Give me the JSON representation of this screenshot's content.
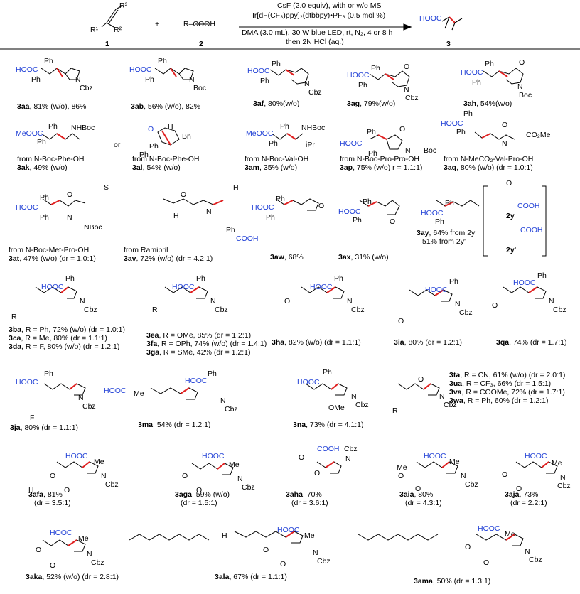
{
  "header": {
    "r3": "R³",
    "r1": "R¹",
    "r2": "R²",
    "num1": "1",
    "plus": "+",
    "acid": "R–COOH",
    "num2": "2",
    "num3": "3",
    "cond1": "CsF (2.0 equiv), with or w/o MS",
    "cond2": "Ir[dF(CF₃)ppy]₂(dtbbpy)•PF₆ (0.5 mol %)",
    "cond3": "DMA (3.0 mL), 30 W blue LED, rt, N₂, 4 or 8 h",
    "cond4": "then 2N HCl (aq.)"
  },
  "products": [
    {
      "id": "3aa",
      "text": ", 81% (w/o), 86%"
    },
    {
      "id": "3ab",
      "text": ", 56% (w/o), 82%"
    },
    {
      "id": "3af",
      "text": ", 80%(w/o)"
    },
    {
      "id": "3ag",
      "text": ", 79%(w/o)"
    },
    {
      "id": "3ah",
      "text": ", 54%(w/o)"
    },
    {
      "id": "3ak",
      "line1": "from N-Boc-Phe-OH",
      "text": ", 49% (w/o)"
    },
    {
      "id": "3al",
      "line1": "from N-Boc-Phe-OH",
      "text": ", 54% (w/o)"
    },
    {
      "id": "3am",
      "line1": "from N-Boc-Val-OH",
      "text": ", 35% (w/o)"
    },
    {
      "id": "3ap",
      "line1": "from N-Boc-Pro-Pro-OH",
      "text": ", 75% (w/o) r = 1.1:1)"
    },
    {
      "id": "3aq",
      "line1": "from N-MeCO₂-Val-Pro-OH",
      "text": ", 80% (w/o) (dr = 1.0:1)"
    },
    {
      "id": "3at",
      "line1": "from N-Boc-Met-Pro-OH",
      "text": ", 47% (w/o) (dr = 1.0:1)"
    },
    {
      "id": "3av",
      "line1": "from Ramipril",
      "text": ", 72% (w/o) (dr = 4.2:1)"
    },
    {
      "id": "3aw",
      "text": ", 68%"
    },
    {
      "id": "3ax",
      "text": ", 31% (w/o)"
    },
    {
      "id": "3ay",
      "text": ", 64% from 2y",
      "line2": "51% from 2y'"
    },
    {
      "id": "3ba",
      "text": ", R = Ph, 72% (w/o) (dr = 1.0:1)"
    },
    {
      "id": "3ca",
      "text": ", R = Me, 80% (dr = 1.1:1)"
    },
    {
      "id": "3da",
      "text": ", R = F,  80% (w/o) (dr = 1.2:1)"
    },
    {
      "id": "3ea",
      "text": ", R = OMe, 85% (dr = 1.2:1)"
    },
    {
      "id": "3fa",
      "text": ", R = OPh, 74% (w/o) (dr = 1.4:1)"
    },
    {
      "id": "3ga",
      "text": ", R = SMe, 42% (dr = 1.2:1)"
    },
    {
      "id": "3ha",
      "text": ", 82% (w/o) (dr = 1.1:1)"
    },
    {
      "id": "3ia",
      "text": ", 80% (dr = 1.2:1)"
    },
    {
      "id": "3qa",
      "text": ", 74% (dr = 1.7:1)"
    },
    {
      "id": "3ja",
      "text": ", 80% (dr = 1.1:1)"
    },
    {
      "id": "3ma",
      "text": ", 54% (dr = 1.2:1)"
    },
    {
      "id": "3na",
      "text": ", 73% (dr = 4.1:1)"
    },
    {
      "id": "3ta",
      "text": ", R = CN, 61% (w/o) (dr = 2.0:1)"
    },
    {
      "id": "3ua",
      "text": ", R = CF₃, 66% (dr = 1.5:1)"
    },
    {
      "id": "3va",
      "text": ", R = COOMe, 72% (dr = 1.7:1)"
    },
    {
      "id": "3wa",
      "text": ", R = Ph, 60% (dr = 1.2:1)"
    },
    {
      "id": "3afa",
      "text": ", 81%",
      "line2": "(dr = 3.5:1)"
    },
    {
      "id": "3aga",
      "text": ", 59% (w/o)",
      "line2": "(dr = 1.5:1)"
    },
    {
      "id": "3aha",
      "text": ", 70%",
      "line2": "(dr = 3.6:1)"
    },
    {
      "id": "3aia",
      "text": ", 80%",
      "line2": "(dr = 4.3:1)"
    },
    {
      "id": "3aja",
      "text": ", 73%",
      "line2": "(dr = 2.2:1)"
    },
    {
      "id": "3aka",
      "text": ", 52% (w/o) (dr = 2.8:1)"
    },
    {
      "id": "3ala",
      "text": ", 67% (dr = 1.1:1)"
    },
    {
      "id": "3ama",
      "text": ", 50% (dr = 1.3:1)"
    }
  ],
  "labels": {
    "HOOC": "HOOC",
    "MeOOC": "MeOOC",
    "COOH": "COOH",
    "Ph": "Ph",
    "N": "N",
    "Cbz": "Cbz",
    "Boc": "Boc",
    "NBoc": "NBoc",
    "NHBoc": "NHBoc",
    "O": "O",
    "H": "H",
    "Bn": "Bn",
    "iPr": "iPr",
    "Me": "Me",
    "OMe": "OMe",
    "F": "F",
    "R": "R",
    "S": "S",
    "CO2Me": "CO₂Me",
    "y2": "2y",
    "y2p": "2y'",
    "or": "or"
  }
}
